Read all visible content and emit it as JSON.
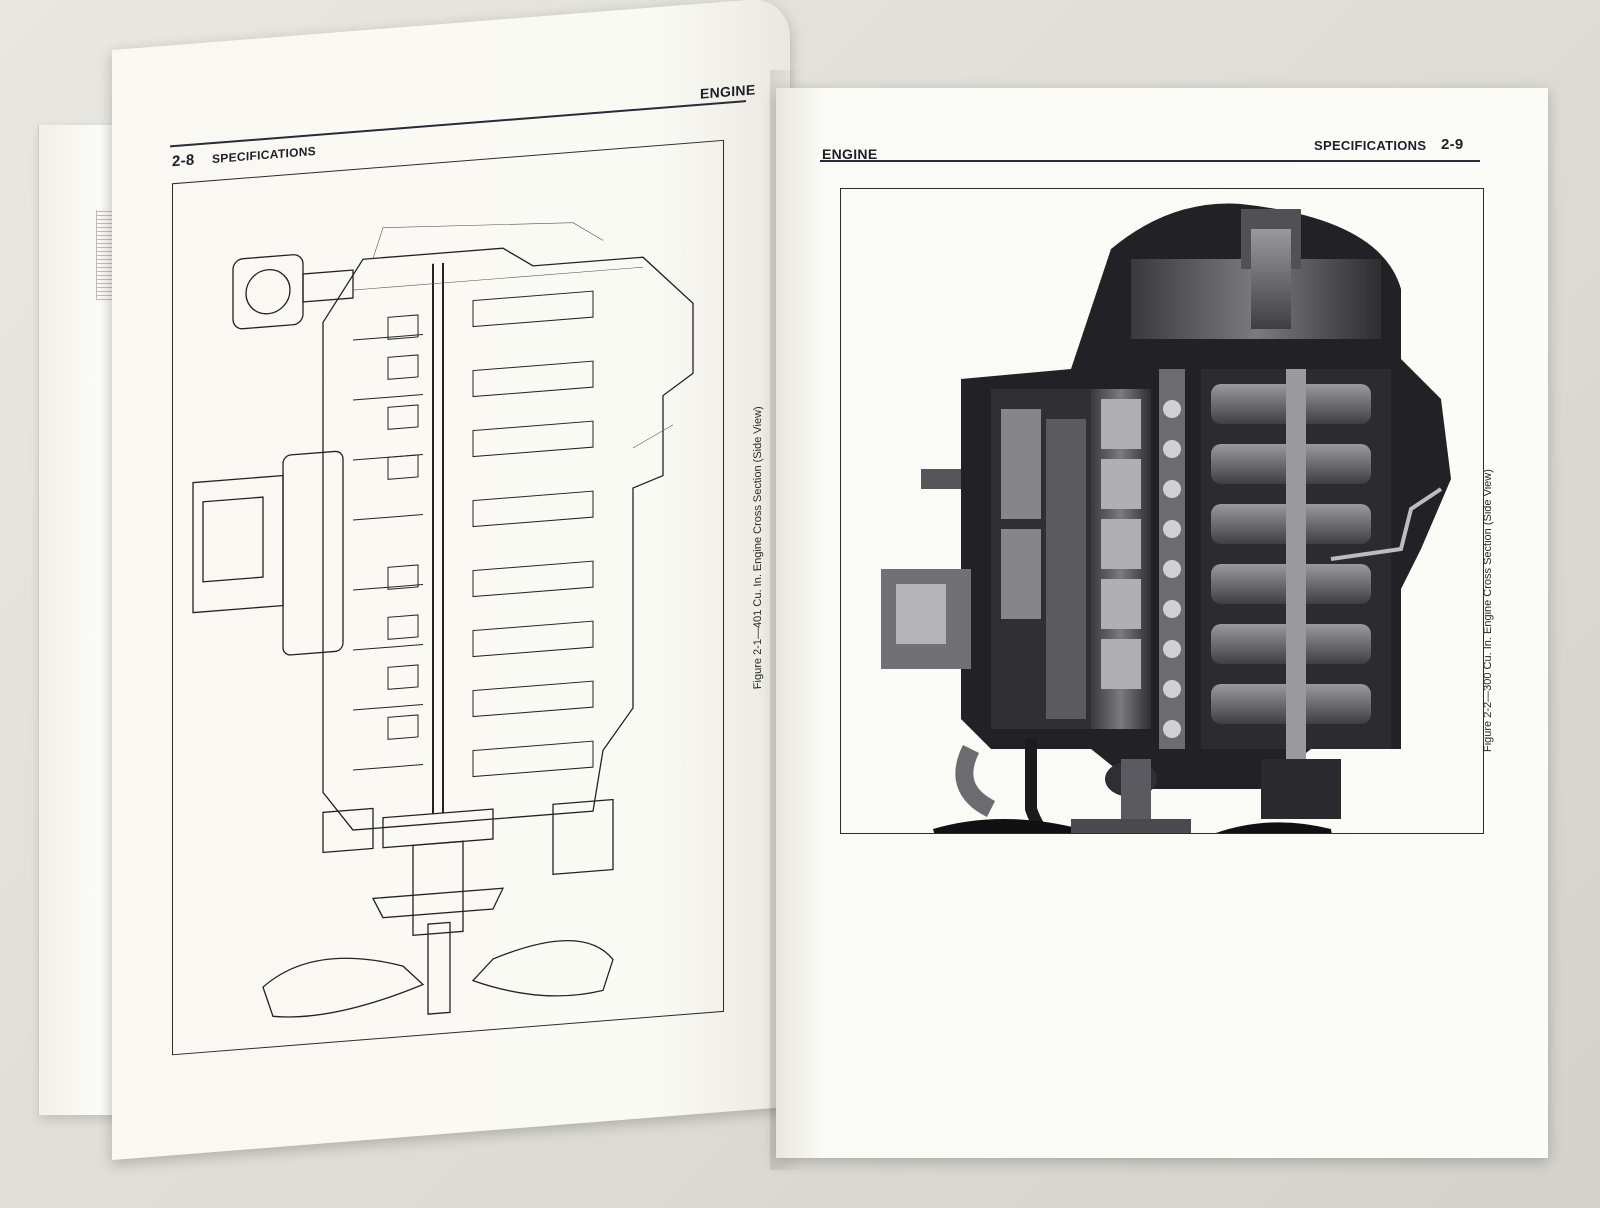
{
  "left_page": {
    "page_number": "2-8",
    "section": "SPECIFICATIONS",
    "chapter": "ENGINE",
    "figure_caption": "Figure 2-1—401 Cu. In. Engine Cross Section (Side View)"
  },
  "right_page": {
    "chapter": "ENGINE",
    "section": "SPECIFICATIONS",
    "page_number": "2-9",
    "figure_caption": "Figure 2-2—300 Cu. In. Engine Cross Section (Side View)"
  }
}
